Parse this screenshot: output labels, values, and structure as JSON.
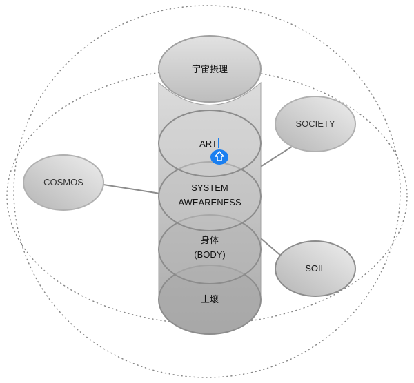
{
  "nodes": {
    "top": "宇宙摂理",
    "art": "ART",
    "system_line1": "SYSTEM",
    "system_line2": "AWEARENESS",
    "body_line1": "身体",
    "body_line2": "(BODY)",
    "soil_base": "土壌",
    "cosmos": "COSMOS",
    "society": "SOCIETY",
    "soil": "SOIL"
  },
  "colors": {
    "accent": "#1a7ff0",
    "stroke": "#8c8c8c",
    "dots": "#888888"
  }
}
